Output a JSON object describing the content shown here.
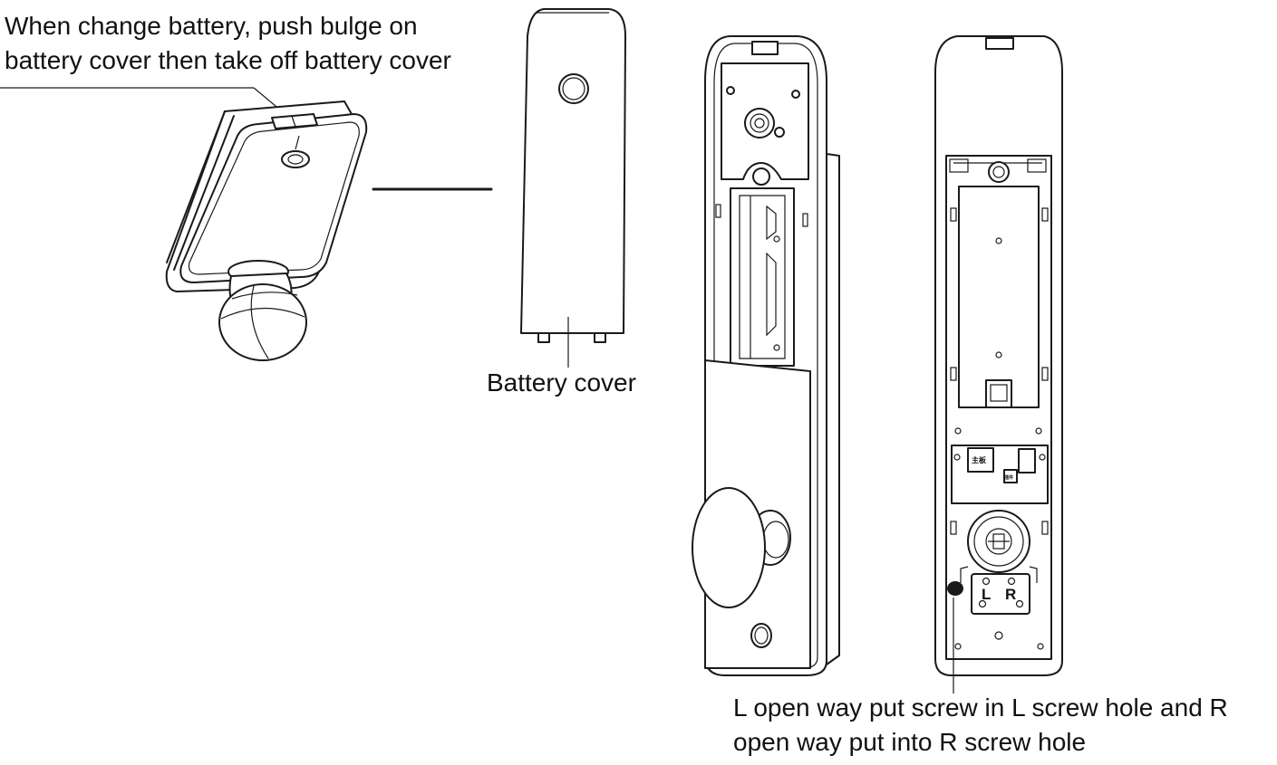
{
  "annotations": {
    "push_bulge_line1": "When change battery, push bulge on",
    "push_bulge_line2": "battery cover  then take off battery cover",
    "battery_cover": "Battery cover",
    "screw_line1": "L open way put screw in L screw hole and R",
    "screw_line2": "open way put into R screw hole"
  },
  "screw_hole_marks": {
    "left": "L",
    "right": "R"
  },
  "pcb_marks": {
    "main_board": "主板",
    "connector": "插件"
  },
  "colors": {
    "ink": "#1a1a1a",
    "background": "#ffffff"
  }
}
